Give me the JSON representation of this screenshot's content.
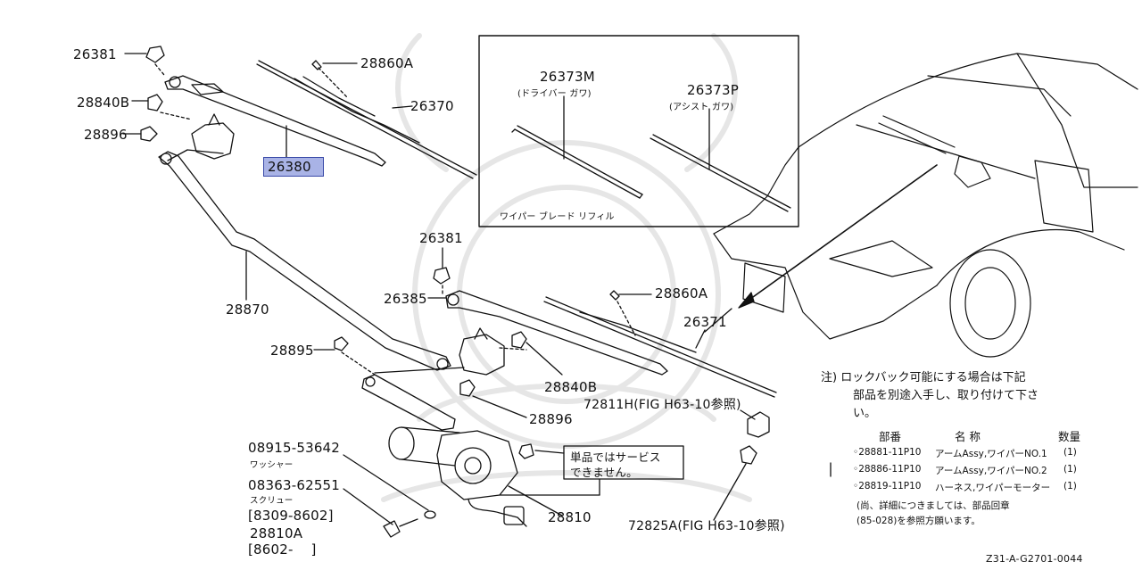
{
  "diagram": {
    "part_labels": {
      "p26381_top": "26381",
      "p28840B_top": "28840B",
      "p28896_top": "28896",
      "p26380": "26380",
      "p28860A_top": "28860A",
      "p26370": "26370",
      "p28870": "28870",
      "p26381_mid": "26381",
      "p26385": "26385",
      "p28860A_mid": "28860A",
      "p26371": "26371",
      "p28895": "28895",
      "p28840B_mid": "28840B",
      "p28896_mid": "28896",
      "p72811H": "72811H(FIG H63-10参照)",
      "p08915": "08915-53642",
      "p08915_sub": "ワッシャー",
      "p08363": "08363-62551",
      "p08363_sub": "スクリュー",
      "p8309": "[8309-8602]",
      "p28810A": "28810A",
      "p8602": "[8602-    ]",
      "p28810": "28810",
      "p72825A": "72825A(FIG H63-10参照)"
    },
    "inset": {
      "p26373M": "26373M",
      "p26373M_sub": "(ドライバー ガワ)",
      "p26373P": "26373P",
      "p26373P_sub": "(アシスト ガワ)",
      "caption": "ワイパー ブレード リフィル"
    },
    "service_note": [
      "単品ではサービス",
      "できません。"
    ],
    "note": {
      "lines": [
        "注) ロックバック可能にする場合は下記",
        "部品を別途入手し、取り付けて下さ",
        "い。"
      ],
      "table_headers": [
        "部番",
        "名 称",
        "数量"
      ],
      "rows": [
        {
          "part": "◦28881-11P10",
          "name": "アームAssy,ワイパーNO.1",
          "qty": "(1)"
        },
        {
          "part": "◦28886-11P10",
          "name": "アームAssy,ワイパーNO.2",
          "qty": "(1)"
        },
        {
          "part": "◦28819-11P10",
          "name": "ハーネス,ワイパーモーター",
          "qty": "(1)"
        }
      ],
      "footer": [
        "(尚、詳細につきましては、部品回章",
        "(85-028)を参照方願います。"
      ]
    },
    "footer_code": "Z31-A-G2701-0044",
    "highlight_color": "#a9b3e6"
  }
}
